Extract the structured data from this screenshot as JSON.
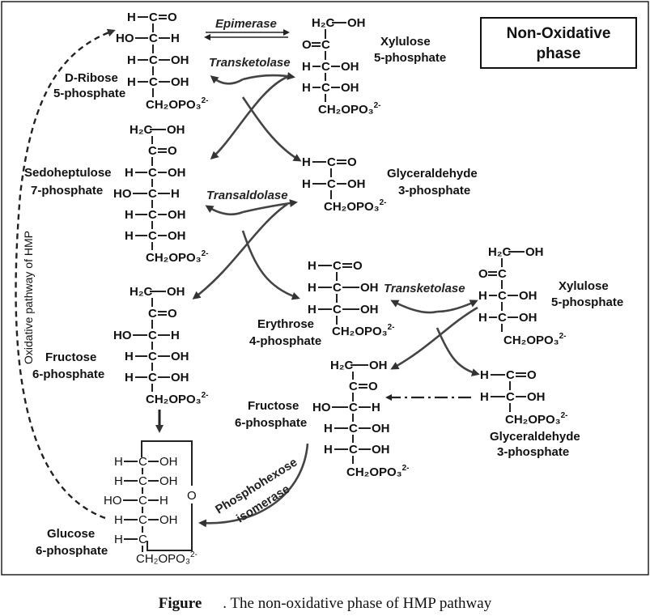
{
  "title_box": {
    "line1": "Non-Oxidative",
    "line2": "phase"
  },
  "side_label": "Oxidative pathway of HMP",
  "enzymes": {
    "epimerase": "Epimerase",
    "transketolase_1": "Transketolase",
    "transaldolase": "Transaldolase",
    "transketolase_2": "Transketolase",
    "isomerase_1": "Phosphohexose",
    "isomerase_2": "isomerase"
  },
  "names": {
    "ribose": [
      "D-Ribose",
      "5-phosphate"
    ],
    "xylulose_1": [
      "Xylulose",
      "5-phosphate"
    ],
    "sedoheptulose": [
      "Sedoheptulose",
      "7-phosphate"
    ],
    "g3p_1": [
      "Glyceraldehyde",
      "3-phosphate"
    ],
    "erythrose": [
      "Erythrose",
      "4-phosphate"
    ],
    "xylulose_2": [
      "Xylulose",
      "5-phosphate"
    ],
    "f6p_1": [
      "Fructose",
      "6-phosphate"
    ],
    "f6p_2": [
      "Fructose",
      "6-phosphate"
    ],
    "g3p_2": [
      "Glyceraldehyde",
      "3-phosphate"
    ],
    "g6p": [
      "Glucose",
      "6-phosphate"
    ]
  },
  "groups": {
    "h": "H",
    "c": "C",
    "o": "O",
    "oh": "OH",
    "ho": "HO",
    "h2c": "H₂C",
    "ch2": "CH₂",
    "opo3": "OPO₃",
    "charge": "2-"
  },
  "caption": {
    "bold": "Figure",
    "text": ". The non-oxidative phase of HMP pathway"
  }
}
